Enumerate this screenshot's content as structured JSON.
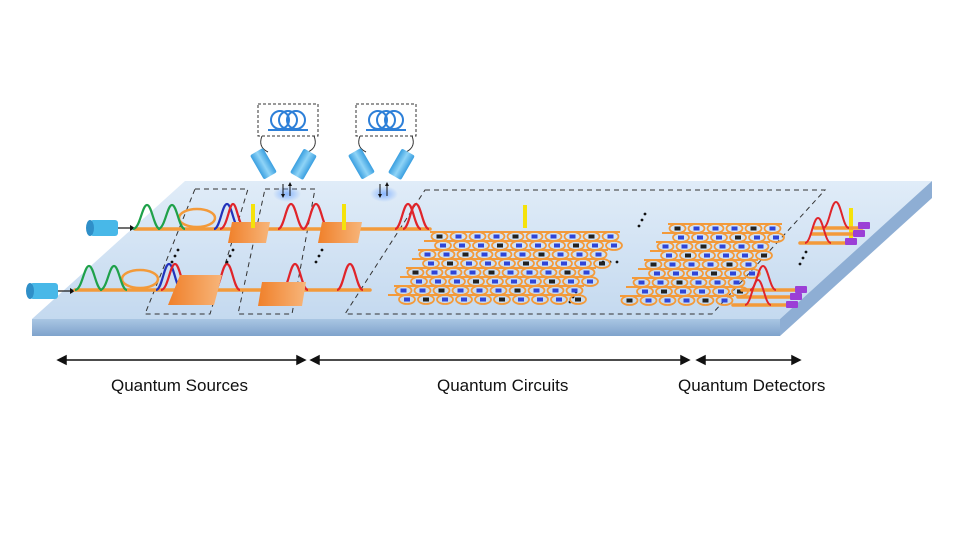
{
  "labels": {
    "sources": "Quantum Sources",
    "circuits": "Quantum Circuits",
    "detectors": "Quantum Detectors"
  },
  "colors": {
    "chip_top": "#cfe1f3",
    "chip_side": "#9ab9d9",
    "waveguide": "#f39a3a",
    "pulse_green": "#1fa14a",
    "pulse_red": "#e0242a",
    "pulse_blue": "#2233bb",
    "phase_shifter": "#f5e20a",
    "coupler_blue": "#2f45d8",
    "coupler_dark": "#222222",
    "detector_purple": "#9b3fd6",
    "fiber_blue": "#2d7fd8",
    "laser_cyan": "#48b8e8"
  },
  "icons": {
    "laser": "laser-input-icon",
    "fiber_loop": "fiber-loop-icon",
    "collimator": "collimator-icon",
    "heater": "phase-shifter-icon",
    "detector": "detector-icon"
  }
}
